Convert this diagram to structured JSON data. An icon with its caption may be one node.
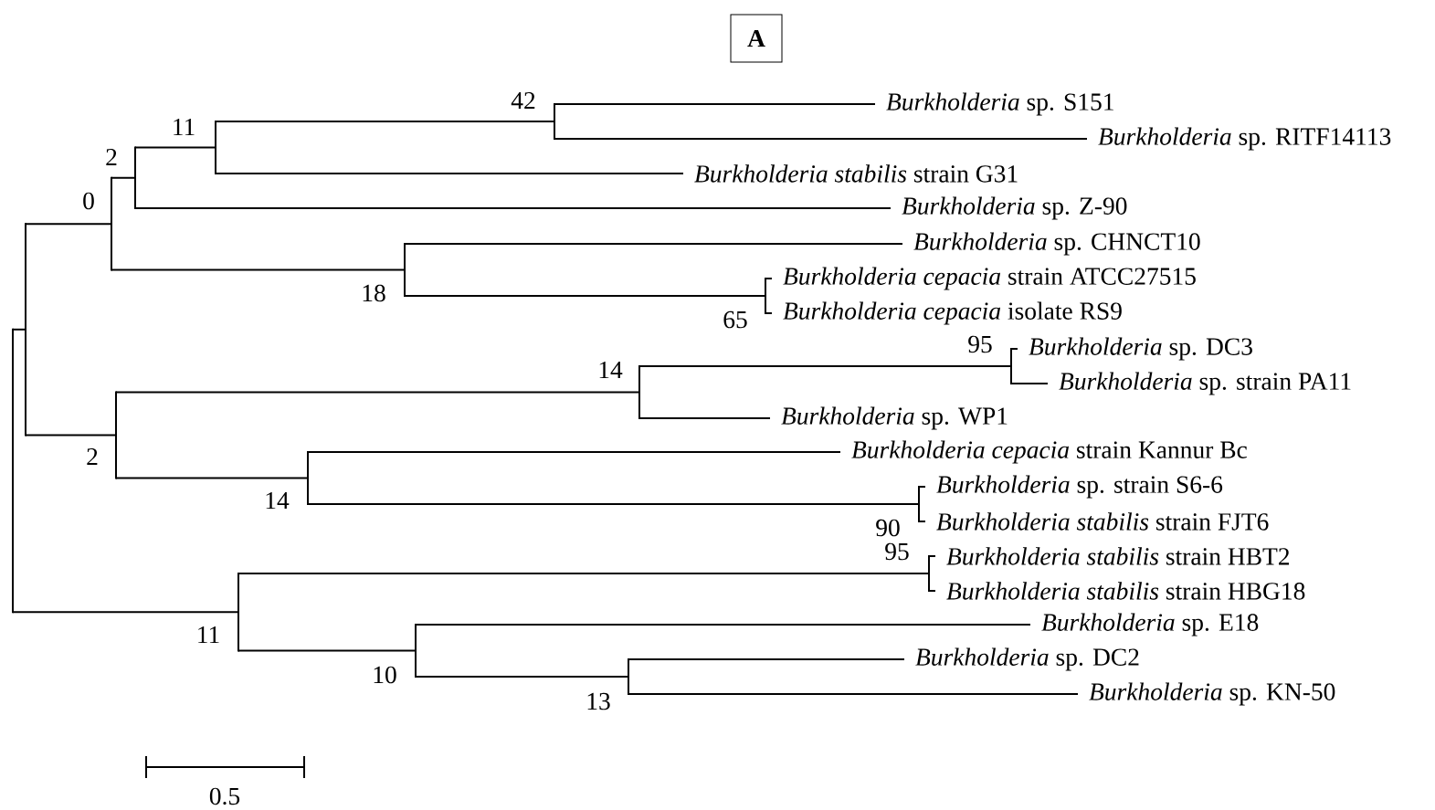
{
  "diagram": {
    "nodes": [
      {
        "text": [
          "A"
        ]
      },
      {
        "text": [
          "*Burkholderia* sp. S151"
        ]
      },
      {
        "text": [
          "*Burkholderia* sp. RITF14113"
        ]
      },
      {
        "text": [
          "*Burkholderia stabilis* strain G31"
        ]
      },
      {
        "text": [
          "*Burkholderia* sp. Z-90"
        ]
      },
      {
        "text": [
          "*Burkholderia* sp. CHNCT10"
        ]
      },
      {
        "text": [
          "*Burkholderia cepacia* strain ATCC27515"
        ]
      },
      {
        "text": [
          "*Burkholderia cepacia* isolate RS9"
        ]
      },
      {
        "text": [
          "*Burkholderia* sp. DC3"
        ]
      },
      {
        "text": [
          "*Burkholderia* sp. strain PA11"
        ]
      },
      {
        "text": [
          "*Burkholderia* sp. WP1"
        ]
      },
      {
        "text": [
          "*Burkholderia cepacia* strain Kannur Bc"
        ]
      },
      {
        "text": [
          "*Burkholderia* sp. strain S6-6"
        ]
      },
      {
        "text": [
          "*Burkholderia stabilis* strain FJT6"
        ]
      },
      {
        "text": [
          "*Burkholderia stabilis* strain HBT2"
        ]
      },
      {
        "text": [
          "*Burkholderia stabilis* strain HBG18"
        ]
      },
      {
        "text": [
          "*Burkholderia* sp. E18"
        ]
      },
      {
        "text": [
          "*Burkholderia* sp. DC2"
        ]
      },
      {
        "text": [
          "*Burkholderia* sp. KN-50"
        ]
      },
      {
        "text": [],
        "shape": "bar"
      },
      {
        "text": [],
        "shape": "bar"
      },
      {
        "text": [],
        "shape": "bar",
        "beside": [
          "0"
        ]
      },
      {
        "text": [],
        "shape": "bar",
        "beside": [
          "2"
        ]
      },
      {
        "text": [],
        "shape": "bar",
        "beside": [
          "11"
        ]
      },
      {
        "text": [],
        "shape": "bar",
        "beside": [
          "42"
        ]
      },
      {
        "text": [],
        "shape": "bar",
        "beside": [
          "18"
        ]
      },
      {
        "text": [],
        "shape": "bar",
        "beside": [
          "65"
        ]
      },
      {
        "text": [],
        "shape": "bar",
        "beside": [
          "2"
        ]
      },
      {
        "text": [],
        "shape": "bar",
        "beside": [
          "14"
        ]
      },
      {
        "text": [],
        "shape": "bar",
        "beside": [
          "95"
        ]
      },
      {
        "text": [],
        "shape": "bar",
        "beside": [
          "14"
        ]
      },
      {
        "text": [],
        "shape": "bar",
        "beside": [
          "90"
        ]
      },
      {
        "text": [],
        "shape": "bar",
        "beside": [
          "11"
        ]
      },
      {
        "text": [],
        "shape": "bar",
        "beside": [
          "95"
        ]
      },
      {
        "text": [],
        "shape": "bar",
        "beside": [
          "10"
        ]
      },
      {
        "text": [],
        "shape": "bar",
        "beside": [
          "13"
        ]
      }
    ],
    "edges": [
      {
        "from": 19,
        "to": 20,
        "arrow": "none"
      },
      {
        "from": 19,
        "to": 32,
        "arrow": "none"
      },
      {
        "from": 20,
        "to": 21,
        "arrow": "none"
      },
      {
        "from": 20,
        "to": 27,
        "arrow": "none"
      },
      {
        "from": 21,
        "to": 22,
        "arrow": "none"
      },
      {
        "from": 21,
        "to": 25,
        "arrow": "none"
      },
      {
        "from": 22,
        "to": 23,
        "arrow": "none"
      },
      {
        "from": 22,
        "to": 4,
        "arrow": "none"
      },
      {
        "from": 23,
        "to": 24,
        "arrow": "none"
      },
      {
        "from": 23,
        "to": 3,
        "arrow": "none"
      },
      {
        "from": 24,
        "to": 1,
        "arrow": "none"
      },
      {
        "from": 24,
        "to": 2,
        "arrow": "none"
      },
      {
        "from": 25,
        "to": 5,
        "arrow": "none"
      },
      {
        "from": 25,
        "to": 26,
        "arrow": "none"
      },
      {
        "from": 26,
        "to": 6,
        "arrow": "none"
      },
      {
        "from": 26,
        "to": 7,
        "arrow": "none"
      },
      {
        "from": 27,
        "to": 28,
        "arrow": "none"
      },
      {
        "from": 27,
        "to": 30,
        "arrow": "none"
      },
      {
        "from": 28,
        "to": 29,
        "arrow": "none"
      },
      {
        "from": 28,
        "to": 10,
        "arrow": "none"
      },
      {
        "from": 29,
        "to": 8,
        "arrow": "none"
      },
      {
        "from": 29,
        "to": 9,
        "arrow": "none"
      },
      {
        "from": 30,
        "to": 11,
        "arrow": "none"
      },
      {
        "from": 30,
        "to": 31,
        "arrow": "none"
      },
      {
        "from": 31,
        "to": 12,
        "arrow": "none"
      },
      {
        "from": 31,
        "to": 13,
        "arrow": "none"
      },
      {
        "from": 32,
        "to": 33,
        "arrow": "none"
      },
      {
        "from": 32,
        "to": 34,
        "arrow": "none"
      },
      {
        "from": 33,
        "to": 14,
        "arrow": "none"
      },
      {
        "from": 33,
        "to": 15,
        "arrow": "none"
      },
      {
        "from": 34,
        "to": 16,
        "arrow": "none"
      },
      {
        "from": 34,
        "to": 35,
        "arrow": "none"
      },
      {
        "from": 35,
        "to": 17,
        "arrow": "none"
      },
      {
        "from": 35,
        "to": 18,
        "arrow": "none"
      }
    ],
    "labels": [
      "0.5"
    ]
  }
}
